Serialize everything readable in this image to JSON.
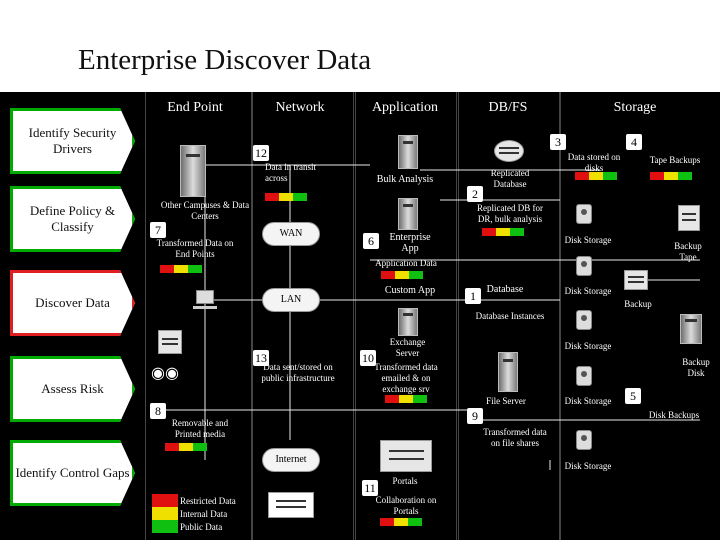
{
  "title": "Enterprise Discover Data",
  "steps": [
    "Identify Security Drivers",
    "Define Policy & Classify",
    "Discover Data",
    "Assess Risk",
    "Identify Control Gaps"
  ],
  "columns": [
    "End Point",
    "Network",
    "Application",
    "DB/FS",
    "Storage"
  ],
  "numbers": [
    "12",
    "7",
    "13",
    "8",
    "6",
    "10",
    "11",
    "2",
    "1",
    "9",
    "3",
    "4",
    "5"
  ],
  "labels": {
    "data_transit": "Data in transit across",
    "other_campuses": "Other Campuses & Data Centers",
    "transformed_endpoints": "Transformed Data on End Points",
    "wan": "WAN",
    "lan": "LAN",
    "data_sent": "Data sent/stored on public infrastructure",
    "removable": "Removable and Printed media",
    "internet": "Internet",
    "bulk_analysis": "Bulk Analysis",
    "enterprise_app": "Enterprise App",
    "application_data": "Application Data",
    "custom_app": "Custom App",
    "exchange_server": "Exchange Server",
    "transformed_email": "Transformed data emailed & on exchange srv",
    "portals": "Portals",
    "collaboration": "Collaboration on Portals",
    "replicated_db": "Replicated Database",
    "replicated_dr": "Replicated DB for DR, bulk analysis",
    "database": "Database",
    "db_instances": "Database Instances",
    "file_server": "File Server",
    "transformed_fileshares": "Transformed data on file shares",
    "data_stored_disks": "Data stored on disks",
    "tape_backups": "Tape Backups",
    "disk_storage": "Disk Storage",
    "backup_tape": "Backup Tape",
    "backup": "Backup",
    "backup_disk": "Backup Disk",
    "disk_backups": "Disk Backups"
  },
  "legend": [
    {
      "label": "Restricted Data",
      "color": "#e01010"
    },
    {
      "label": "Internal Data",
      "color": "#f0e000"
    },
    {
      "label": "Public Data",
      "color": "#10c010"
    }
  ]
}
